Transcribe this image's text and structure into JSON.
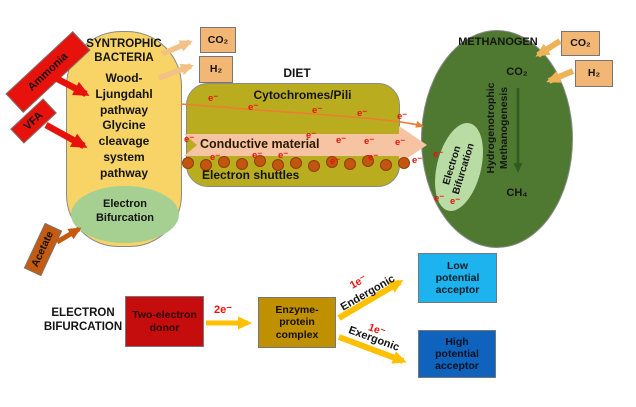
{
  "labels": {
    "electron": "e⁻"
  },
  "syntrophic": {
    "title": "SYNTROPHIC\nBACTERIA",
    "pathways": "Wood-\nLjungdahl\npathway\nGlycine\ncleavage\nsystem\npathway",
    "electron_bifurcation": "Electron\nBifurcation"
  },
  "inputs": {
    "ammonia": "Ammonia",
    "vfa": "VFA",
    "acetate": "Acetate"
  },
  "gases": {
    "co2_left": "CO₂",
    "h2_left": "H₂",
    "co2_right": "CO₂",
    "h2_right": "H₂",
    "co2_inner": "CO₂",
    "ch4": "CH₄"
  },
  "diet": {
    "heading": "DIET",
    "cytochromes": "Cytochromes/Pili",
    "conductive": "Conductive material",
    "shuttles": "Electron shuttles"
  },
  "methanogen": {
    "title": "METHANOGEN",
    "pathway": "Hydrogenotrophic\nMethanogenesis",
    "electron_bifurcation": "Electron\nBifurcation"
  },
  "bifurcation": {
    "heading": "ELECTRON\nBIFURCATION",
    "donor": "Two-electron\ndonor",
    "complex": "Enzyme-\nprotein\ncomplex",
    "two_e": "2e⁻",
    "one_e_up": "1e⁻",
    "endergonic": "Endergonic",
    "one_e_down": "1e⁻",
    "exergonic": "Exergonic",
    "low_acceptor": "Low\npotential\nacceptor",
    "high_acceptor": "High\npotential\nacceptor"
  },
  "colors": {
    "red": "#e8120c",
    "dark_red": "#c60d0e",
    "rust_orange": "#c55a11",
    "capsule_yellow": "#f8d466",
    "olive": "#b9ad1f",
    "dark_green": "#4f7931",
    "light_green": "#a6d092",
    "peach_arrow": "#f6c4a2",
    "sand_box": "#f2b774",
    "gold_arrow": "#ffc000",
    "enzyme_gold": "#bf9000",
    "cyan_box": "#1cb3ef",
    "blue_box": "#0f63bd"
  }
}
